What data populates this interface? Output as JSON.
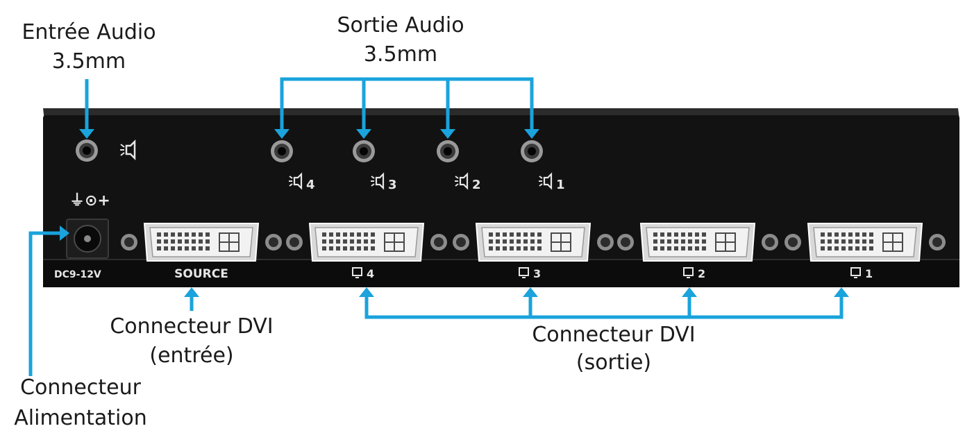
{
  "callouts": {
    "audio_in": {
      "line1": "Entrée Audio",
      "line2": "3.5mm"
    },
    "audio_out": {
      "line1": "Sortie Audio",
      "line2": "3.5mm"
    },
    "dvi_in": {
      "line1": "Connecteur DVI",
      "line2": "(entrée)"
    },
    "dvi_out": {
      "line1": "Connecteur DVI",
      "line2": "(sortie)"
    },
    "power": {
      "line1": "Connecteur",
      "line2": "Alimentation"
    }
  },
  "panel_labels": {
    "power_spec": "DC9-12V",
    "power_polarity": "⏚⊙+",
    "source": "SOURCE",
    "audio_out_numbers": [
      "4",
      "3",
      "2",
      "1"
    ],
    "dvi_out_numbers": [
      "4",
      "3",
      "2",
      "1"
    ]
  },
  "colors": {
    "arrow": "#1aa3dc",
    "chassis": "#111111",
    "chassis_edge": "#2a2a2a",
    "silkscreen": "#e6e6e6",
    "dvi_metal": "#d9d9d9"
  }
}
